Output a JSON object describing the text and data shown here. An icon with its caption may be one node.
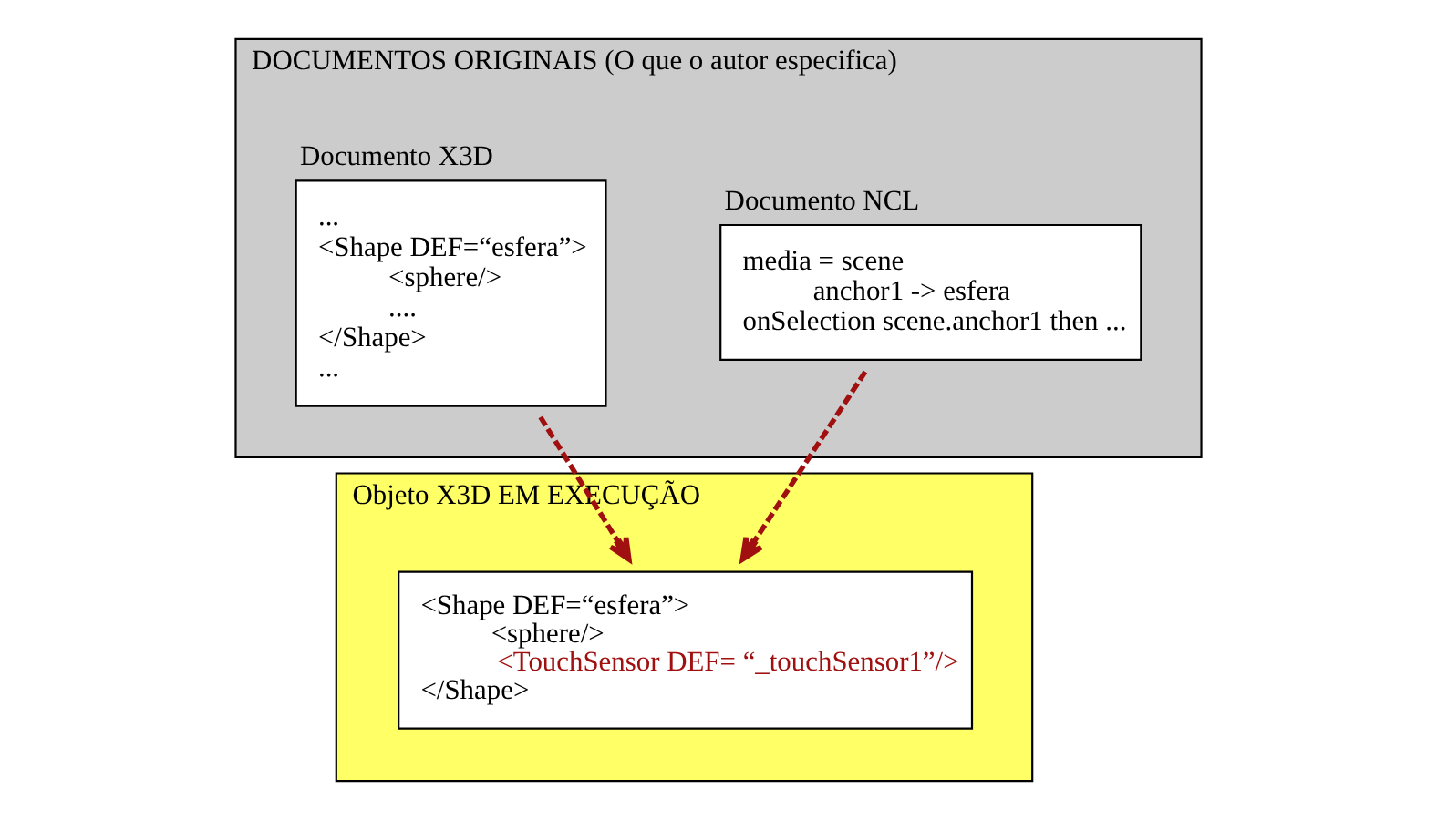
{
  "diagram": {
    "nodes": [
      {
        "text": [
          "DOCUMENTOS ORIGINAIS (O que o autor especifica)"
        ]
      },
      {
        "text": [
          "Documento NCL",
          "media = scene",
          "anchor1 -> esfera",
          "onSelection scene.anchor1 then ..."
        ],
        "in": 0
      },
      {
        "text": [
          "Documento X3D",
          "...",
          "<Shape DEF=“esfera”>",
          "<sphere/>",
          "....",
          "</Shape>",
          "..."
        ],
        "in": 0
      },
      {
        "text": [
          "Objeto X3D EM EXECUÇÃO"
        ]
      },
      {
        "text": [
          "<Shape DEF=“esfera”>",
          "<sphere/>",
          "<TouchSensor DEF= “_touchSensor1”/>",
          "</Shape>"
        ],
        "in": 3
      }
    ],
    "edges": [
      {
        "from": 1,
        "to": 4,
        "arrow": "to",
        "style": "dashed"
      },
      {
        "from": 2,
        "to": 4,
        "arrow": "to",
        "style": "dashed"
      }
    ]
  }
}
